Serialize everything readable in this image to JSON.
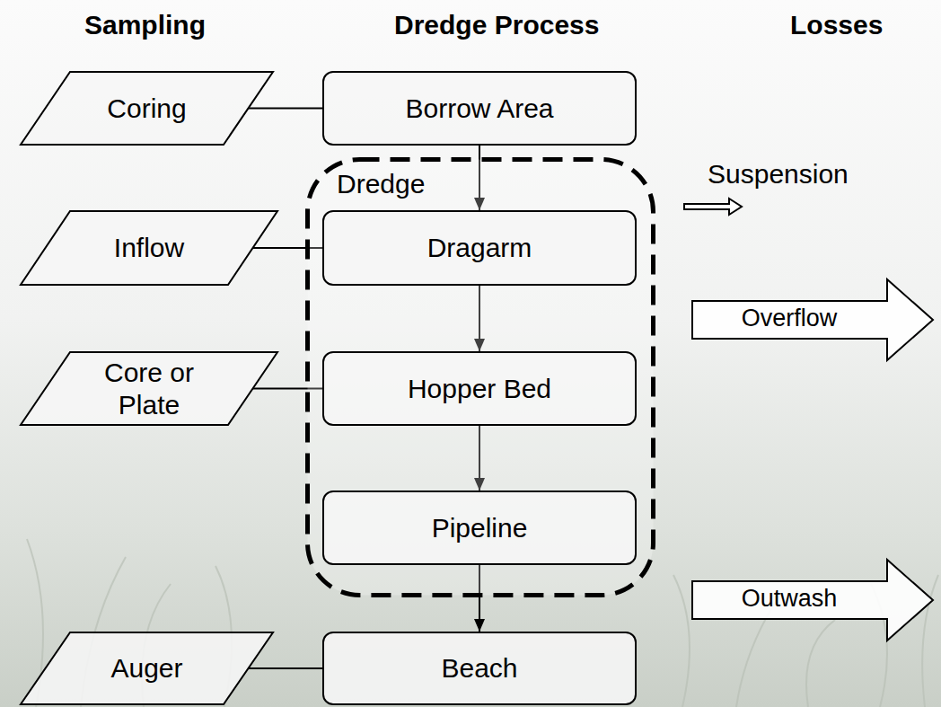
{
  "diagram": {
    "nodes": [
      {
        "text": [
          "Coring"
        ]
      },
      {
        "text": [
          "Borrow Area"
        ]
      },
      {
        "text": [
          "Dredge"
        ]
      },
      {
        "text": [
          "Inflow"
        ]
      },
      {
        "text": [
          "Dragarm"
        ],
        "in": 2
      },
      {
        "text": [
          "Overflow"
        ]
      },
      {
        "text": [
          "Core or Plate"
        ]
      },
      {
        "text": [
          "Hopper Bed"
        ],
        "in": 2
      },
      {
        "text": [
          "Pipeline"
        ],
        "in": 2
      },
      {
        "text": [
          "Outwash"
        ]
      },
      {
        "text": [
          "Auger"
        ]
      },
      {
        "text": [
          "Beach"
        ]
      }
    ],
    "edges": [
      {
        "from": 0,
        "to": 1,
        "arrow": "none"
      },
      {
        "from": 1,
        "to": 4,
        "arrow": "to"
      },
      {
        "from": 3,
        "to": 4,
        "arrow": "none"
      },
      {
        "from": 4,
        "to": 7,
        "arrow": "to"
      },
      {
        "from": 6,
        "to": 7,
        "arrow": "none"
      },
      {
        "from": 7,
        "to": 8,
        "arrow": "to"
      },
      {
        "from": 8,
        "to": 11,
        "arrow": "to"
      },
      {
        "from": 10,
        "to": 11,
        "arrow": "none"
      }
    ],
    "labels": [
      "Sampling",
      "Dredge Process",
      "Losses",
      "Suspension"
    ]
  }
}
